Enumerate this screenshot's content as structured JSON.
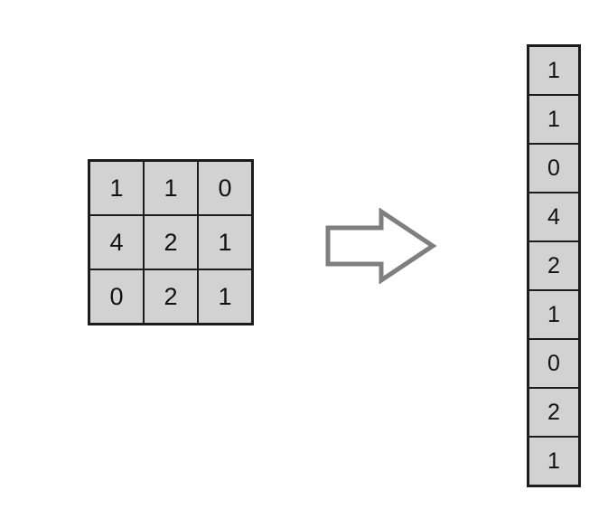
{
  "diagram": {
    "title": "matrix-flatten-diagram",
    "colors": {
      "background": "#ffffff",
      "cell_fill": "#d2d2d2",
      "cell_border": "#1c1c1c",
      "digit_color": "#111111",
      "arrow_outline": "#7f7f7f",
      "arrow_fill": "#ffffff"
    }
  },
  "matrix": {
    "rows": [
      [
        "1",
        "1",
        "0"
      ],
      [
        "4",
        "2",
        "1"
      ],
      [
        "0",
        "2",
        "1"
      ]
    ]
  },
  "vector": {
    "values": [
      "1",
      "1",
      "0",
      "4",
      "2",
      "1",
      "0",
      "2",
      "1"
    ]
  }
}
